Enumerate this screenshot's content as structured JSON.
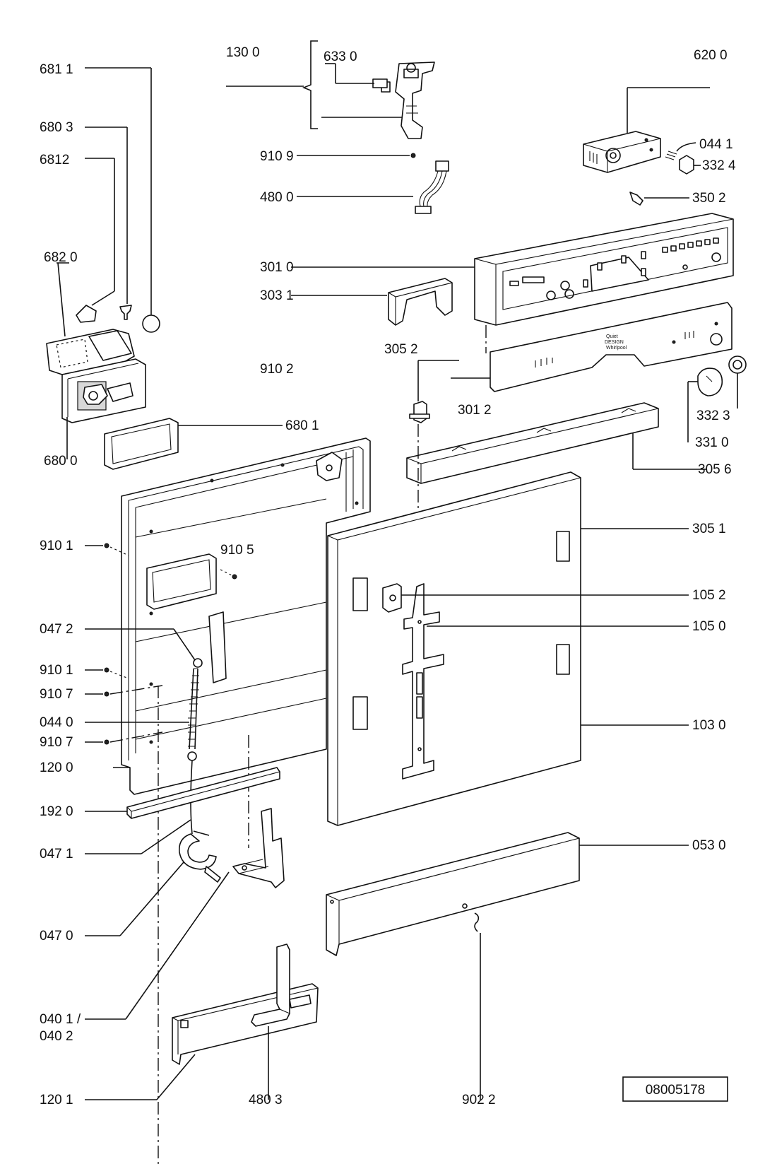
{
  "drawing_number": "08005178",
  "labels": {
    "p1300": "130 0",
    "p6330": "633 0",
    "p6200": "620 0",
    "p6811": "681 1",
    "p6803": "680 3",
    "p6812": "6812",
    "p6820": "682 0",
    "p6800": "680 0",
    "p6801": "680 1",
    "p9109": "910 9",
    "p4800": "480 0",
    "p0441": "044 1",
    "p3324": "332 4",
    "p3502": "350 2",
    "p3010": "301 0",
    "p3031": "303 1",
    "p3052": "305 2",
    "p3012": "301 2",
    "p3323": "332 3",
    "p3310": "331 0",
    "p3056": "305 6",
    "p9102": "910 2",
    "p3051": "305 1",
    "p9101a": "910 1",
    "p9105": "910 5",
    "p1052": "105 2",
    "p1050": "105 0",
    "p0472": "047 2",
    "p9101b": "910 1",
    "p9107a": "910 7",
    "p0440": "044 0",
    "p9107b": "910 7",
    "p1030": "103 0",
    "p1200": "120 0",
    "p1920": "192 0",
    "p0471": "047 1",
    "p0530": "053 0",
    "p0470": "047 0",
    "p0401": "040 1 /",
    "p0402": "040 2",
    "p1201": "120 1",
    "p4803": "480 3",
    "p9022": "902 2"
  },
  "panel_brand_lines": [
    "Quiet",
    "DESIGN",
    "Whirlpool"
  ]
}
